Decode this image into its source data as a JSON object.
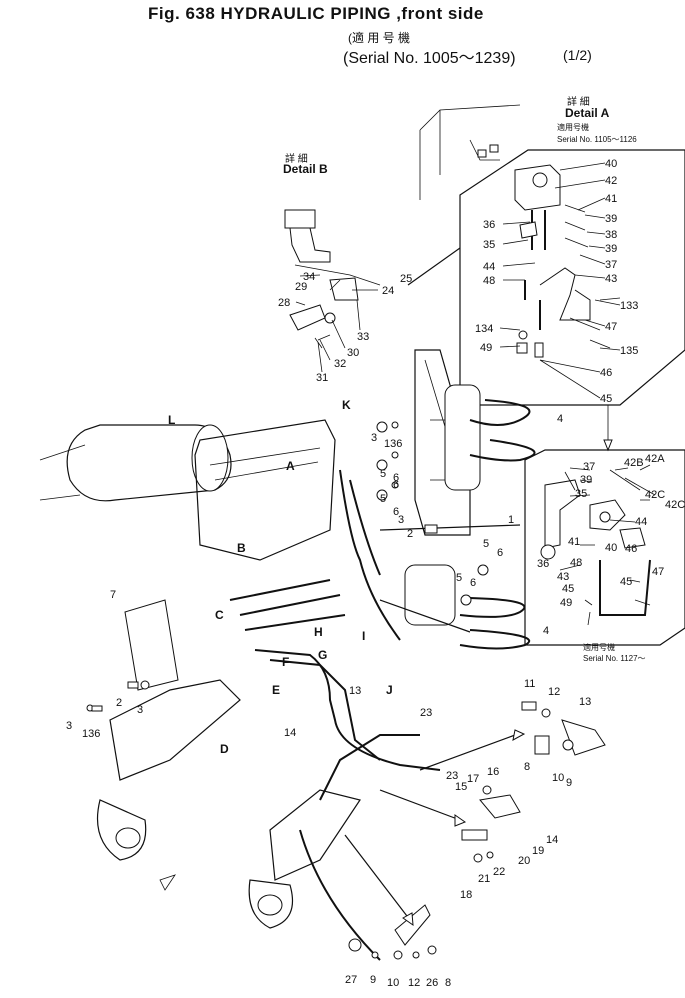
{
  "header": {
    "figure": "Fig. 638  HYDRAULIC PIPING  ,front side",
    "jp_applicable": "(適 用 号 機",
    "serial": "(Serial No. 1005～1239)",
    "sheet": "(1/2)"
  },
  "detail_a": {
    "jp": "詳 細",
    "title": "Detail A",
    "jp_serial": "適用号機",
    "serial": "Serial No. 1105～1126",
    "parts": [
      "40",
      "42",
      "41",
      "39",
      "38",
      "39",
      "37",
      "36",
      "35",
      "44",
      "43",
      "48",
      "133",
      "47",
      "134",
      "135",
      "49",
      "46",
      "45"
    ]
  },
  "detail_b": {
    "jp": "詳 細",
    "title": "Detail B",
    "parts": [
      "34",
      "25",
      "24",
      "29",
      "28",
      "33",
      "30",
      "32",
      "31"
    ]
  },
  "detail_lower": {
    "jp_serial": "適用号機",
    "serial": "Serial No. 1127～",
    "parts": [
      "37",
      "42B",
      "42A",
      "39",
      "35",
      "42C",
      "42C",
      "41",
      "40",
      "44",
      "36",
      "46",
      "48",
      "43",
      "45",
      "47",
      "45",
      "49"
    ]
  },
  "view_letters": [
    "L",
    "K",
    "A",
    "B",
    "C",
    "F",
    "G",
    "H",
    "I",
    "J",
    "E",
    "D"
  ],
  "main_parts": [
    "3",
    "136",
    "6",
    "5",
    "6",
    "5",
    "6",
    "4",
    "1",
    "2",
    "3",
    "5",
    "6",
    "5",
    "6",
    "4",
    "7",
    "2",
    "3",
    "3",
    "136",
    "13",
    "14",
    "23",
    "11",
    "12",
    "13",
    "8",
    "10",
    "9",
    "23",
    "17",
    "16",
    "15",
    "14",
    "19",
    "20",
    "18",
    "21",
    "22",
    "27",
    "9",
    "10",
    "12",
    "26",
    "8"
  ]
}
